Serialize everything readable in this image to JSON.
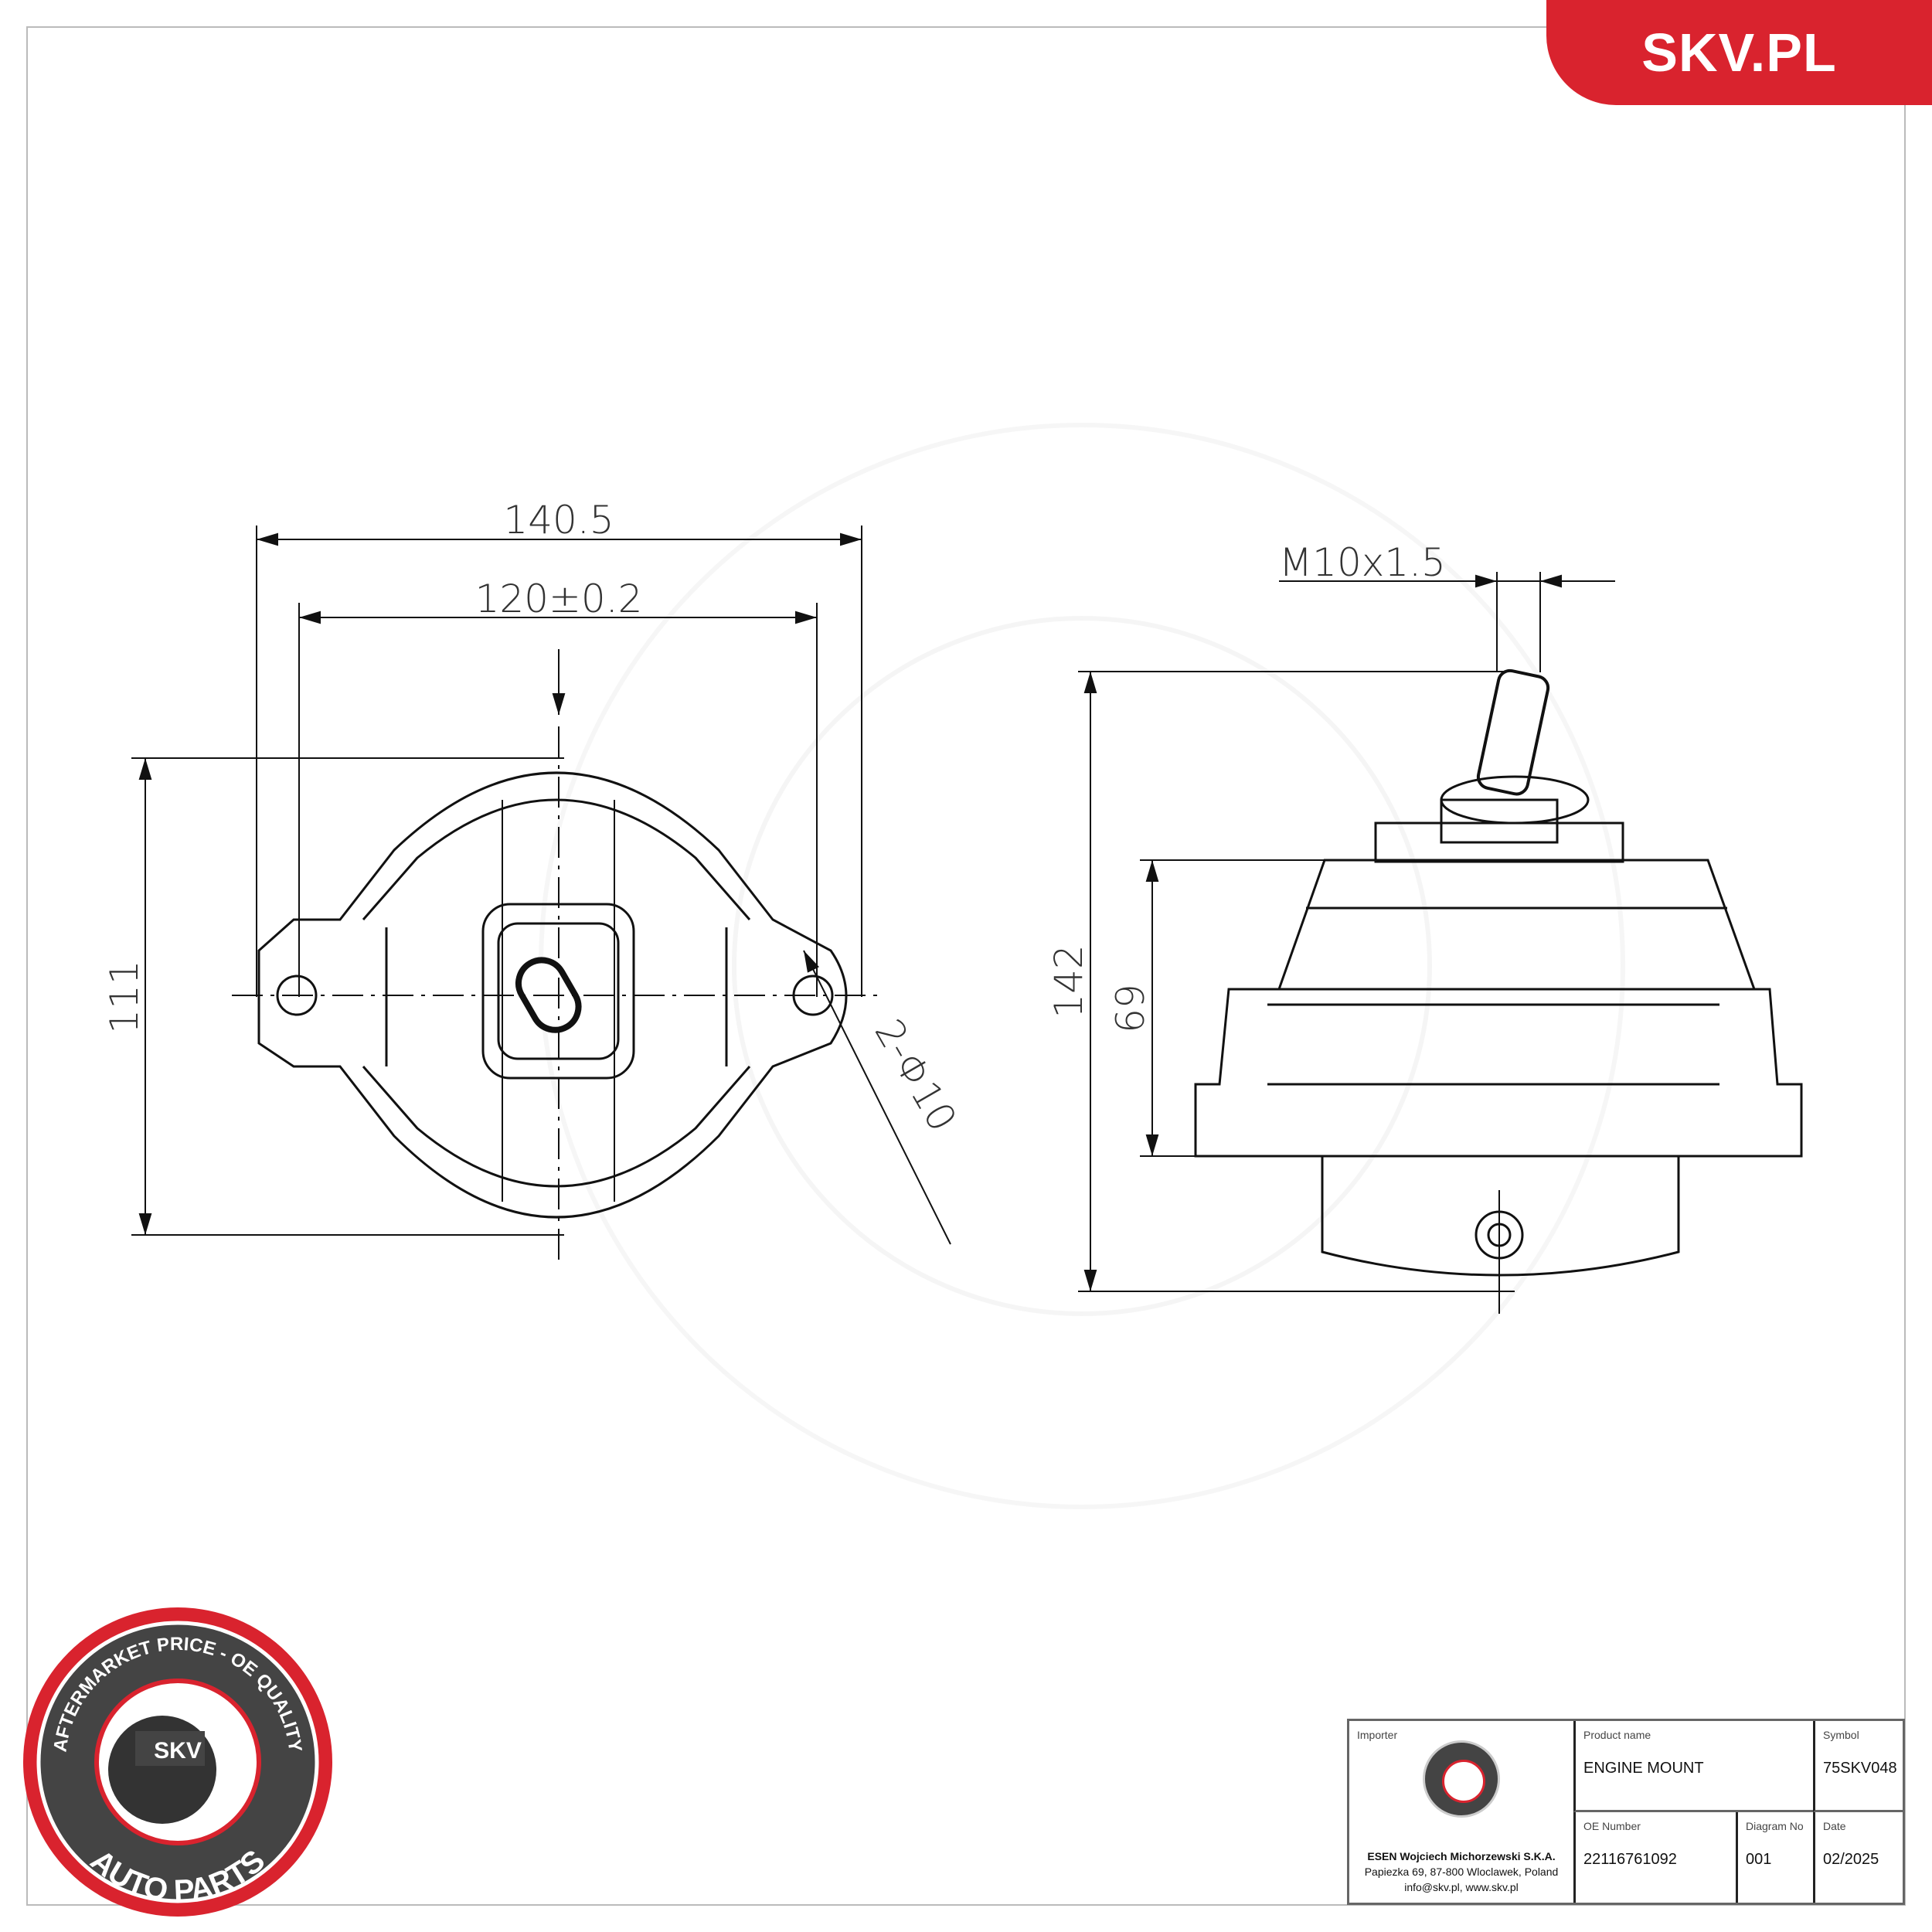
{
  "brand": {
    "logo_text": "SKV.PL",
    "accent_color": "#d9232e"
  },
  "stamp": {
    "ring_top": "AFTERMARKET PRICE - OE QUALITY",
    "ring_bottom": "AUTO PARTS",
    "center": "SKV"
  },
  "drawing": {
    "left_view": {
      "overall_width": "140.5",
      "hole_spacing": "120±0.2",
      "height": "111",
      "holes": "2-Φ10"
    },
    "right_view": {
      "thread": "M10x1.5",
      "overall_height": "142",
      "body_height": "69"
    }
  },
  "title_block": {
    "importer_label": "Importer",
    "importer_name": "ESEN Wojciech Michorzewski S.K.A.",
    "importer_address": "Papiezka 69, 87-800 Wloclawek, Poland",
    "importer_contact": "info@skv.pl, www.skv.pl",
    "product_name_label": "Product name",
    "product_name": "ENGINE MOUNT",
    "symbol_label": "Symbol",
    "symbol": "75SKV048",
    "oe_number_label": "OE Number",
    "oe_number": "22116761092",
    "diagram_no_label": "Diagram No",
    "diagram_no": "001",
    "date_label": "Date",
    "date": "02/2025"
  }
}
